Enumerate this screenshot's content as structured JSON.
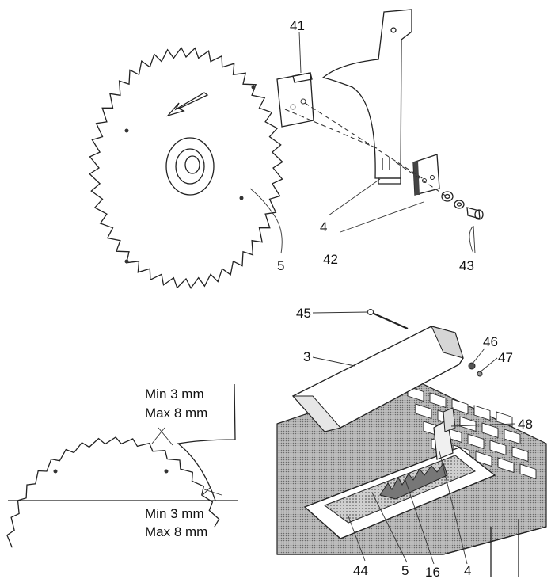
{
  "callouts": {
    "c41": "41",
    "c4_top": "4",
    "c42": "42",
    "c43": "43",
    "c5_top": "5",
    "c45": "45",
    "c3": "3",
    "c46": "46",
    "c47": "47",
    "c48": "48",
    "c44": "44",
    "c5_bottom": "5",
    "c16": "16",
    "c4_bottom": "4"
  },
  "clearance": {
    "upper_min": "Min 3 mm",
    "upper_max": "Max 8 mm",
    "lower_min": "Min 3 mm",
    "lower_max": "Max 8 mm"
  },
  "colors": {
    "line": "#222222",
    "fill_dark": "#555555",
    "fill_mid": "#9a9a9a",
    "fill_light": "#d6d6d6"
  }
}
